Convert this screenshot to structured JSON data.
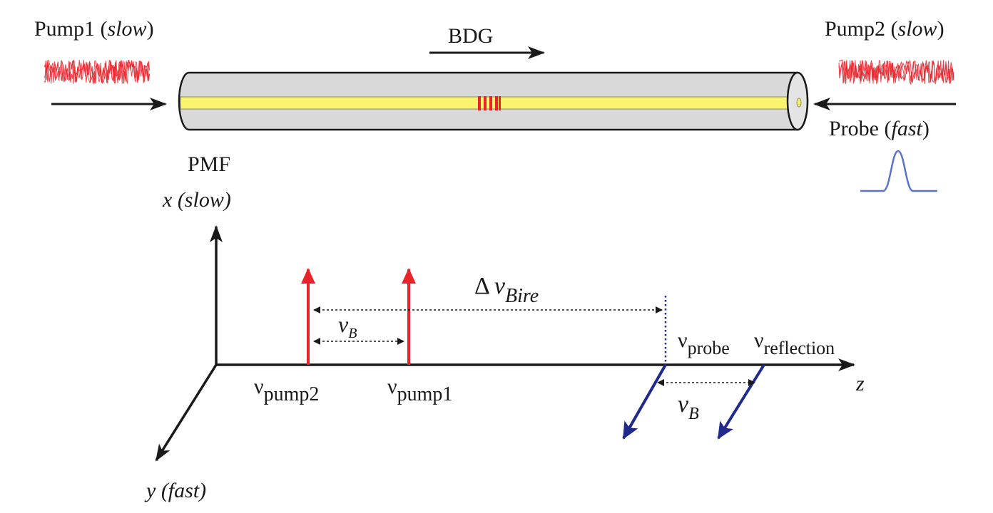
{
  "top": {
    "pump1": {
      "name": "Pump1",
      "paren_open": " (",
      "mode": "slow",
      "paren_close": ")"
    },
    "pump2": {
      "name": "Pump2",
      "paren_open": " (",
      "mode": "slow",
      "paren_close": ")"
    },
    "probe": {
      "name": "Probe",
      "paren_open": " (",
      "mode": "fast",
      "paren_close": ")"
    },
    "bdg": "BDG",
    "fiber_label": "PMF"
  },
  "axes": {
    "x_label": "x (slow)",
    "y_label": "y (fast)",
    "z_label": "z"
  },
  "frequencies": {
    "nu_symbol": "ν",
    "delta_symbol": "Δ",
    "pump2_sub": "pump2",
    "pump1_sub": "pump1",
    "probe_sub": "probe",
    "reflection_sub": "reflection",
    "bire_sub": "Bire",
    "brillouin_sub": "B"
  },
  "colors": {
    "pump": "#e8242a",
    "probe": "#1f2a8c",
    "core": "#fbf56e",
    "cladding": "#d9d9d9",
    "probe_pulse": "#5b74c9"
  }
}
